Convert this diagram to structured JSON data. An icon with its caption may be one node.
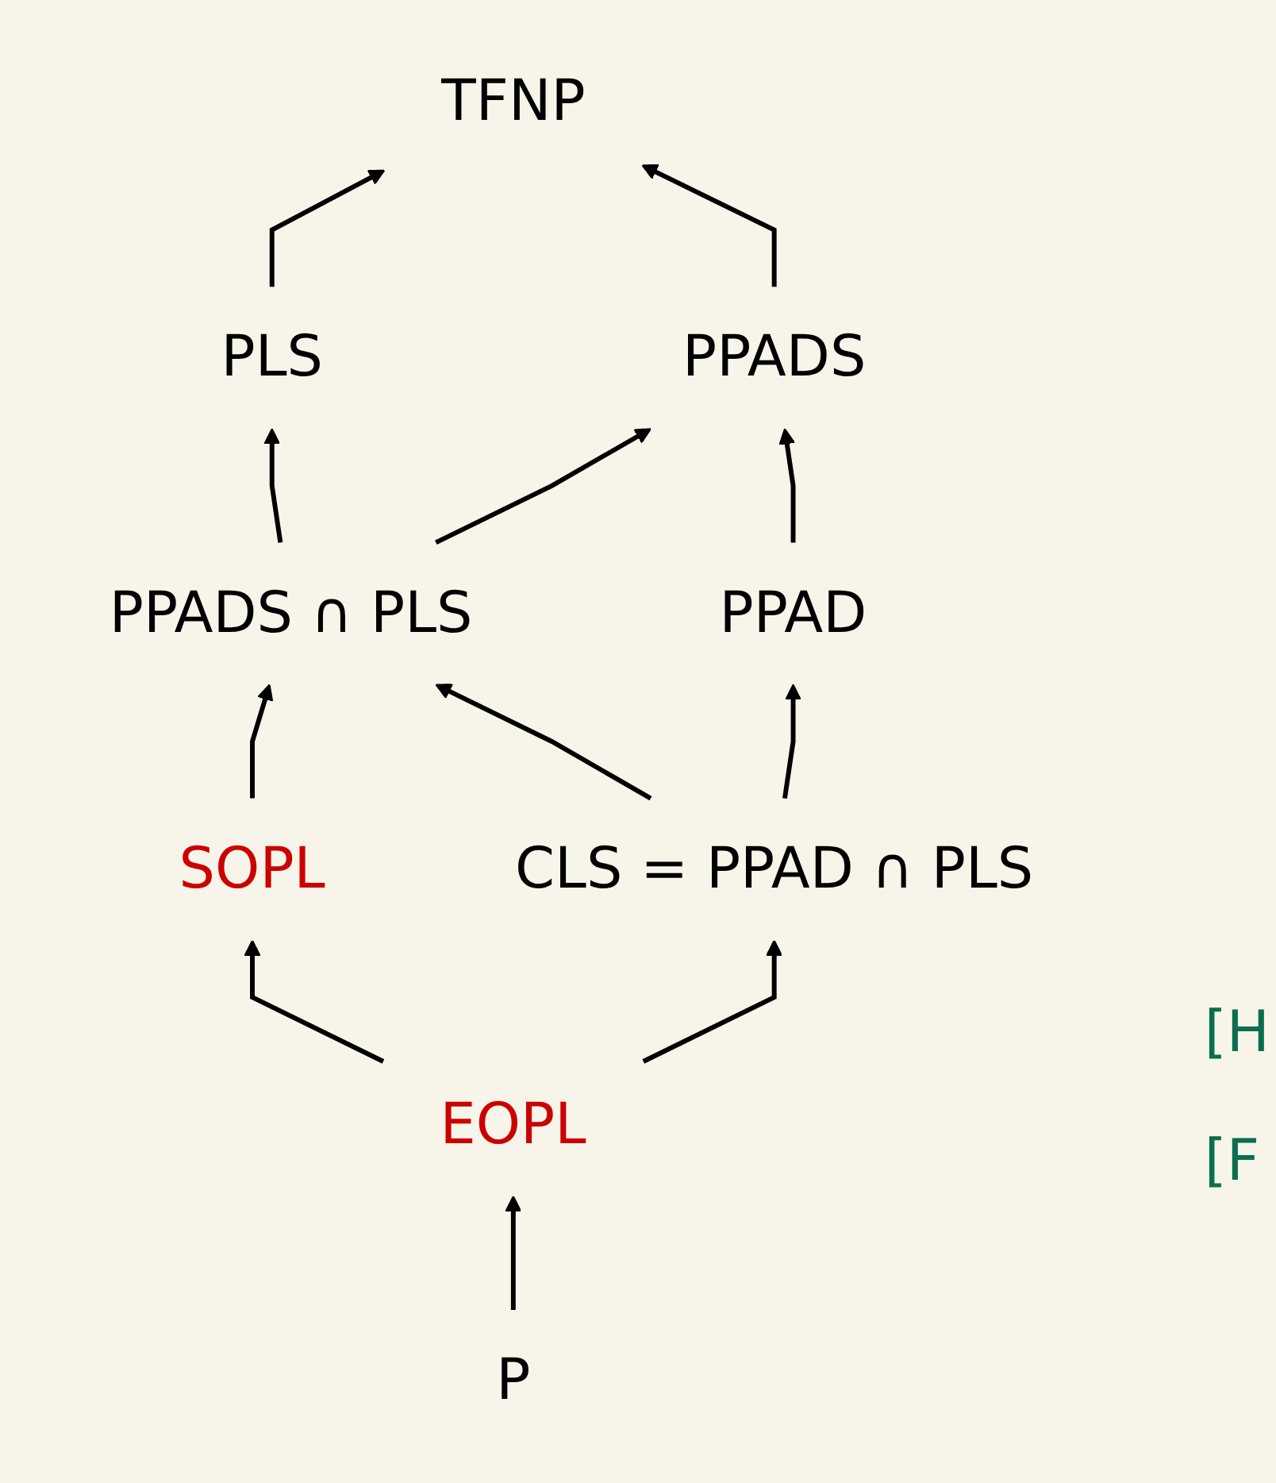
{
  "diagram": {
    "nodes": [
      {
        "text": [
          "TFNP"
        ]
      },
      {
        "text": [
          "PLS"
        ]
      },
      {
        "text": [
          "PPADS"
        ]
      },
      {
        "text": [
          "PPADS ∩ PLS"
        ]
      },
      {
        "text": [
          "PPAD"
        ]
      },
      {
        "text": [
          "CLS = PPAD ∩ PLS"
        ]
      },
      {
        "text": [
          "SOPL"
        ]
      },
      {
        "text": [
          "EOPL"
        ]
      },
      {
        "text": [
          "P"
        ]
      }
    ],
    "edges": [
      {
        "from": 1,
        "to": 0,
        "arrow": "to"
      },
      {
        "from": 2,
        "to": 0,
        "arrow": "to"
      },
      {
        "from": 3,
        "to": 1,
        "arrow": "to"
      },
      {
        "from": 3,
        "to": 2,
        "arrow": "to"
      },
      {
        "from": 4,
        "to": 2,
        "arrow": "to"
      },
      {
        "from": 5,
        "to": 3,
        "arrow": "to"
      },
      {
        "from": 5,
        "to": 4,
        "arrow": "to"
      },
      {
        "from": 6,
        "to": 3,
        "arrow": "to"
      },
      {
        "from": 7,
        "to": 6,
        "arrow": "to"
      },
      {
        "from": 7,
        "to": 5,
        "arrow": "to"
      },
      {
        "from": 8,
        "to": 7,
        "arrow": "to"
      }
    ],
    "labels": [
      "[H",
      "[F"
    ]
  }
}
